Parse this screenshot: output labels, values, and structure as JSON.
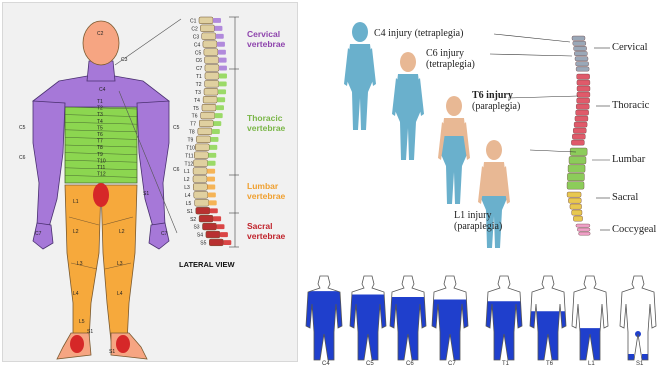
{
  "dermatome_chart": {
    "groups": {
      "cervical": {
        "line1": "Cervical",
        "line2": "vertebrae",
        "color": "#8e44ad"
      },
      "thoracic": {
        "line1": "Thoracic",
        "line2": "vertebrae",
        "color": "#7ab648"
      },
      "lumbar": {
        "line1": "Lumbar",
        "line2": "vertebrae",
        "color": "#f0a030"
      },
      "sacral": {
        "line1": "Sacral",
        "line2": "vertebrae",
        "color": "#c0242c"
      }
    },
    "view_label": "LATERAL VIEW",
    "segments": {
      "cervical": [
        "C1",
        "C2",
        "C3",
        "C4",
        "C5",
        "C6",
        "C7"
      ],
      "thoracic": [
        "T1",
        "T2",
        "T3",
        "T4",
        "T5",
        "T6",
        "T7",
        "T8",
        "T9",
        "T10",
        "T11",
        "T12"
      ],
      "lumbar": [
        "L1",
        "L2",
        "L3",
        "L4",
        "L5"
      ],
      "sacral": [
        "S1",
        "S2",
        "S3",
        "S4",
        "S5"
      ]
    },
    "colors": {
      "head": "#f6a582",
      "cervical": "#a678d8",
      "thoracic": "#8cd650",
      "lumbar": "#f6a93c",
      "sacral": "#d62828",
      "background": "#f1f1f1"
    }
  },
  "injury_diagram": {
    "injuries": [
      {
        "level": "C4 injury",
        "type": "(tetraplegia)"
      },
      {
        "level": "C6 injury",
        "type": "(tetraplegia)"
      },
      {
        "level": "T6 injury",
        "type": "(paraplegia)"
      },
      {
        "level": "L1 injury",
        "type": "(paraplegia)"
      }
    ],
    "spine_regions": [
      "Cervical",
      "Thoracic",
      "Lumbar",
      "Sacral",
      "Coccygeal"
    ],
    "colors": {
      "paralyzed": "#6ab0cc",
      "skin": "#e8b894",
      "cervical": "#9aa8b8",
      "thoracic": "#e05a6a",
      "lumbar": "#8ccc5a",
      "sacral": "#e8c850",
      "coccygeal": "#f0a0c8"
    }
  },
  "paralysis_strip": {
    "levels": [
      "C4",
      "C5",
      "C6",
      "C7",
      "T1",
      "T6",
      "L1",
      "S1"
    ],
    "colors": {
      "paralyzed": "#1f3fcc",
      "outline": "#555555"
    }
  }
}
